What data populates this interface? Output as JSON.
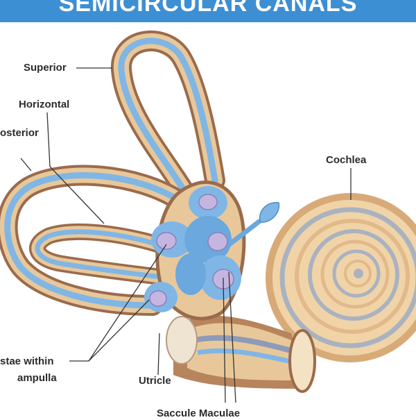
{
  "banner": {
    "title": "SEMICIRCULAR CANALS"
  },
  "labels": {
    "superior": "Superior",
    "horizontal": "Horizontal",
    "posterior": "osterior",
    "cochlea": "Cochlea",
    "cristae_line1": "stae within",
    "cristae_line2": "ampulla",
    "utricle": "Utricle",
    "saccule": "Saccule Maculae"
  },
  "colors": {
    "banner": "#3d8fd4",
    "bone": "#e8c89a",
    "bone_dark": "#9b6b4b",
    "membrane": "#7fb6e6",
    "crista": "#c4b6e0",
    "cochlea_turn": "#aab2c0"
  }
}
